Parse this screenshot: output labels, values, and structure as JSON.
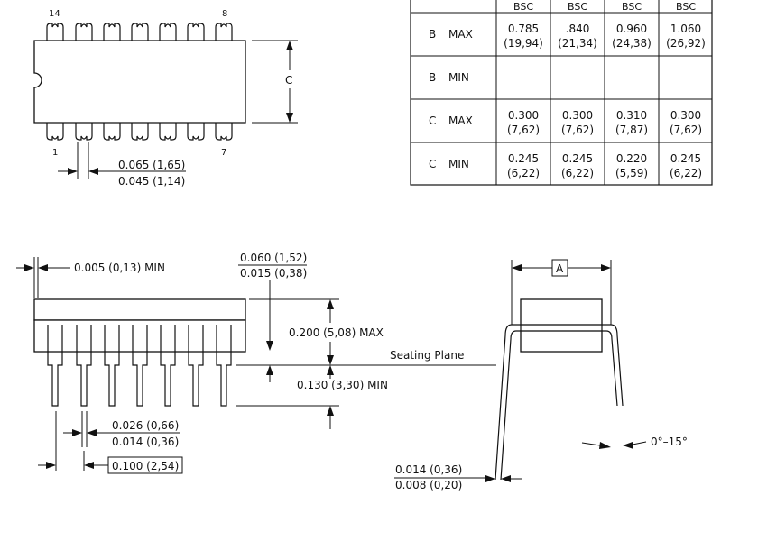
{
  "top_view": {
    "pin_14": "14",
    "pin_8": "8",
    "pin_1": "1",
    "pin_7": "7",
    "dim_c": "C",
    "lead_width_max": "0.065 (1,65)",
    "lead_width_min": "0.045 (1,14)"
  },
  "table": {
    "header_cells": [
      "BSC",
      "BSC",
      "BSC",
      "BSC"
    ],
    "rows": [
      {
        "dim": "B",
        "kind": "MAX",
        "values": [
          [
            "0.785",
            "(19,94)"
          ],
          [
            ".840",
            "(21,34)"
          ],
          [
            "0.960",
            "(24,38)"
          ],
          [
            "1.060",
            "(26,92)"
          ]
        ]
      },
      {
        "dim": "B",
        "kind": "MIN",
        "values": [
          [
            "—"
          ],
          [
            "—"
          ],
          [
            "—"
          ],
          [
            "—"
          ]
        ]
      },
      {
        "dim": "C",
        "kind": "MAX",
        "values": [
          [
            "0.300",
            "(7,62)"
          ],
          [
            "0.300",
            "(7,62)"
          ],
          [
            "0.310",
            "(7,87)"
          ],
          [
            "0.300",
            "(7,62)"
          ]
        ]
      },
      {
        "dim": "C",
        "kind": "MIN",
        "values": [
          [
            "0.245",
            "(6,22)"
          ],
          [
            "0.245",
            "(6,22)"
          ],
          [
            "0.220",
            "(5,59)"
          ],
          [
            "0.245",
            "(6,22)"
          ]
        ]
      }
    ]
  },
  "side_view": {
    "standoff": "0.005 (0,13) MIN",
    "shoulder_max": "0.060 (1,52)",
    "shoulder_min": "0.015 (0,38)",
    "height_max": "0.200 (5,08) MAX",
    "seating_plane": "Seating Plane",
    "lead_length": "0.130 (3,30) MIN",
    "lead_width_max": "0.026 (0,66)",
    "lead_width_min": "0.014 (0,36)",
    "pitch": "0.100 (2,54)"
  },
  "end_view": {
    "datum": "A",
    "angle": "0°–15°",
    "thickness_max": "0.014 (0,36)",
    "thickness_min": "0.008 (0,20)"
  }
}
